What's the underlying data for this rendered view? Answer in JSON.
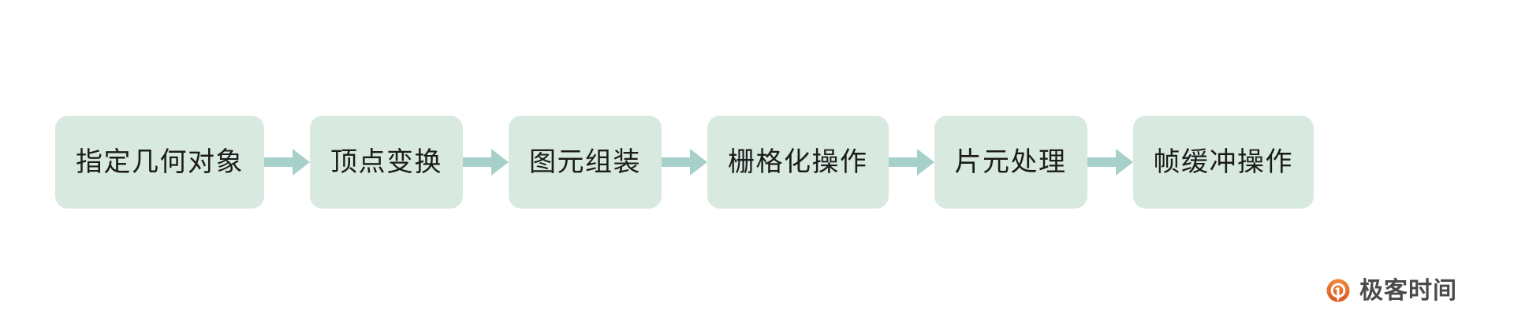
{
  "diagram": {
    "type": "horizontal-flow",
    "background_color": "#ffffff",
    "node_fill_color": "#d8e9df",
    "arrow_color": "#a8d0ca",
    "text_color": "#1b1b1b",
    "nodes": [
      {
        "id": "specify-geometry",
        "label": "指定几何对象"
      },
      {
        "id": "vertex-transform",
        "label": "顶点变换"
      },
      {
        "id": "primitive-assembly",
        "label": "图元组装"
      },
      {
        "id": "rasterization",
        "label": "栅格化操作"
      },
      {
        "id": "fragment-processing",
        "label": "片元处理"
      },
      {
        "id": "framebuffer-operation",
        "label": "帧缓冲操作"
      }
    ],
    "connectors": [
      {
        "from": "specify-geometry",
        "to": "vertex-transform",
        "glyph": "arrow-right-icon"
      },
      {
        "from": "vertex-transform",
        "to": "primitive-assembly",
        "glyph": "arrow-right-icon"
      },
      {
        "from": "primitive-assembly",
        "to": "rasterization",
        "glyph": "arrow-right-icon"
      },
      {
        "from": "rasterization",
        "to": "fragment-processing",
        "glyph": "arrow-right-icon"
      },
      {
        "from": "fragment-processing",
        "to": "framebuffer-operation",
        "glyph": "arrow-right-icon"
      }
    ]
  },
  "brand": {
    "name": "极客时间",
    "icon": "geektime-logo-icon",
    "icon_color": "#e4702f",
    "text_color": "#4a4a4a"
  }
}
